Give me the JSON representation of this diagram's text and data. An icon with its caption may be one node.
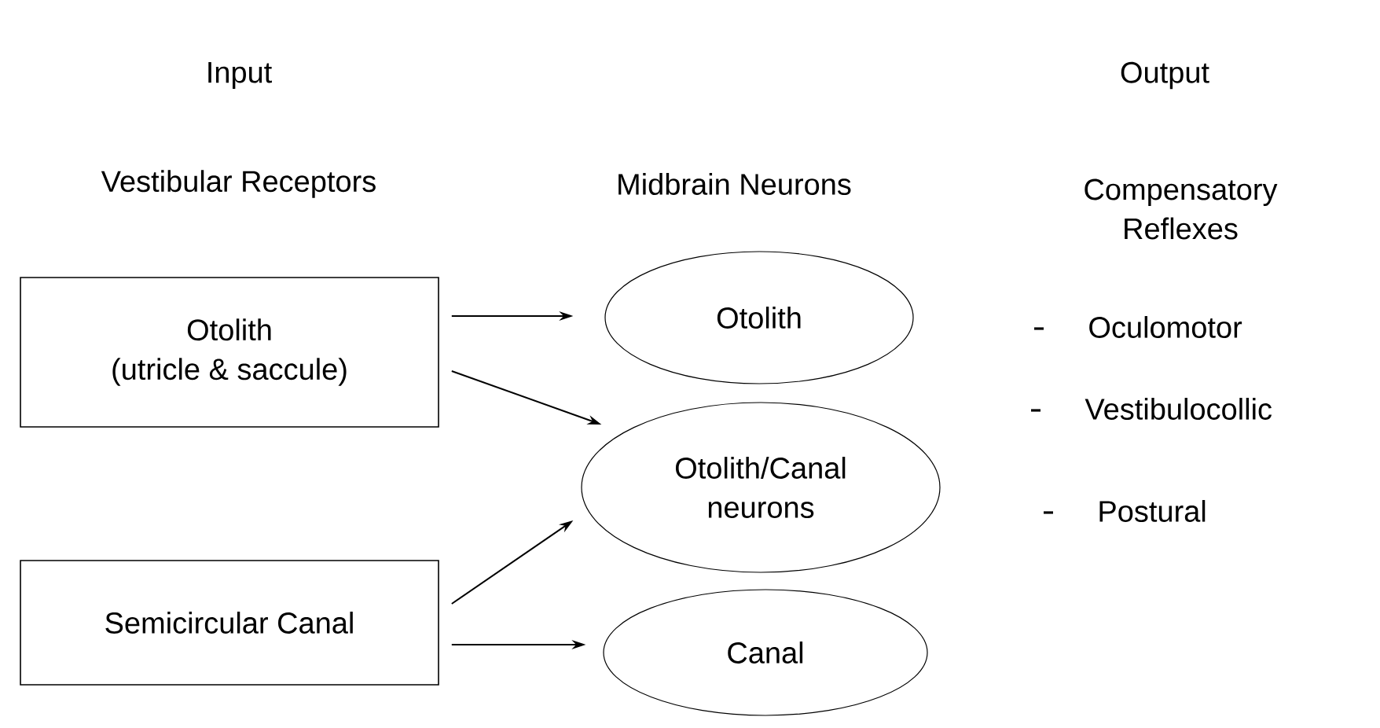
{
  "diagram": {
    "nodes": [
      {
        "text": [
          "Otolith",
          "(utricle & saccule)"
        ]
      },
      {
        "text": [
          "Semicircular Canal"
        ]
      },
      {
        "text": [
          "Otolith"
        ]
      },
      {
        "text": [
          "Otolith/Canal neurons"
        ]
      },
      {
        "text": [
          "Canal"
        ]
      }
    ],
    "edges": [
      {
        "from": 0,
        "to": 2,
        "arrow": "to"
      },
      {
        "from": 0,
        "to": 3,
        "arrow": "to"
      },
      {
        "from": 1,
        "to": 3,
        "arrow": "to"
      },
      {
        "from": 1,
        "to": 4,
        "arrow": "to"
      }
    ],
    "labels": [
      "Input",
      "Output",
      "Vestibular Receptors",
      "Midbrain Neurons",
      "Compensatory Reflexes",
      "Oculomotor",
      "Vestibulocollic",
      "Postural"
    ]
  }
}
